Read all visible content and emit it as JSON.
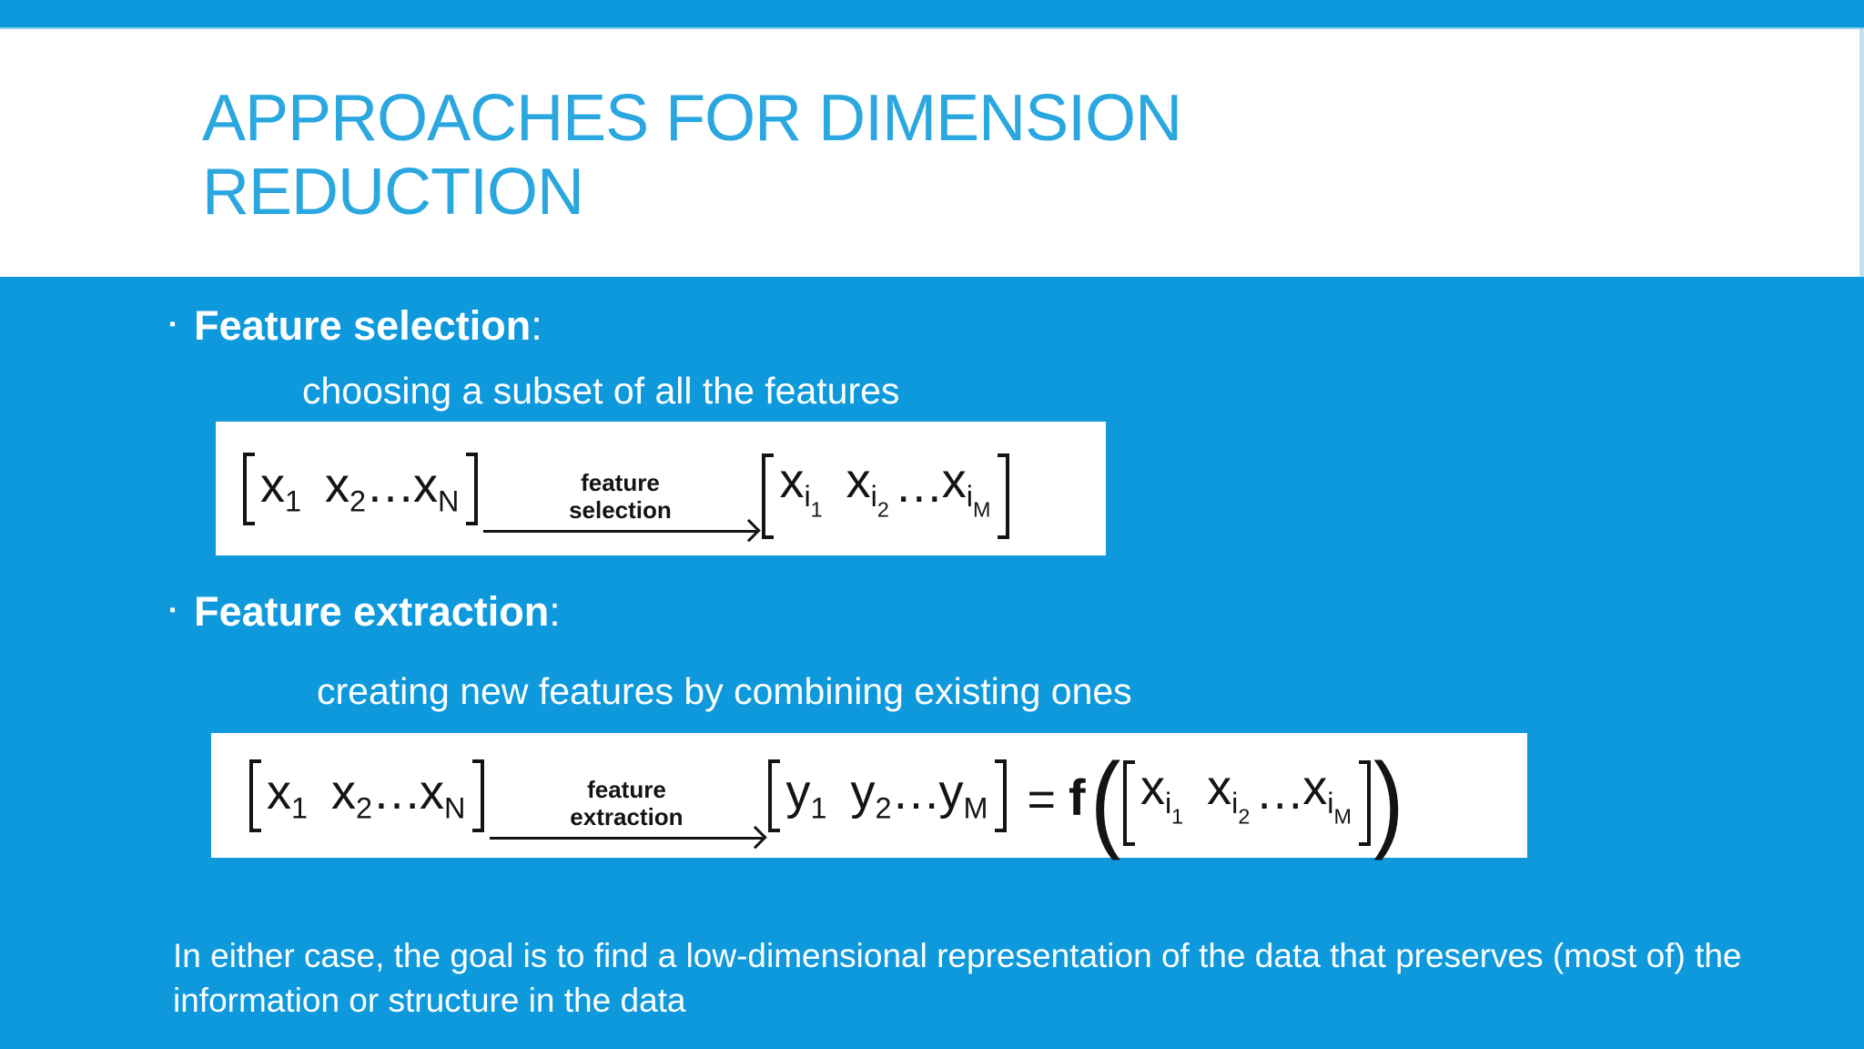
{
  "colors": {
    "background_blue": "#0D99DC",
    "title_blue": "#2BA7E0",
    "band_white": "#FFFFFF",
    "formula_ink": "#141414",
    "accent_line_light_blue": "#8ED2F1"
  },
  "header": {
    "title_line1": "APPROACHES FOR DIMENSION",
    "title_line2": "REDUCTION"
  },
  "bullets": [
    {
      "marker": "▪",
      "label": "Feature selection",
      "colon": ":",
      "description": "choosing a subset of all the features"
    },
    {
      "marker": "▪",
      "label": "Feature extraction",
      "colon": ":",
      "description": "creating new features by combining existing ones"
    }
  ],
  "formulas": {
    "selection": {
      "lhs": [
        {
          "base": "x",
          "sub": "1"
        },
        {
          "base": "x",
          "sub": "2"
        },
        {
          "base": "…"
        },
        {
          "base": "x",
          "sub": "N"
        }
      ],
      "arrow_label": [
        "feature",
        "selection"
      ],
      "rhs": [
        {
          "base": "x",
          "sub": "i",
          "subsub": "1"
        },
        {
          "base": "x",
          "sub": "i",
          "subsub": "2"
        },
        {
          "base": "…"
        },
        {
          "base": "x",
          "sub": "i",
          "subsub": "M"
        }
      ]
    },
    "extraction": {
      "lhs": [
        {
          "base": "x",
          "sub": "1"
        },
        {
          "base": "x",
          "sub": "2"
        },
        {
          "base": "…"
        },
        {
          "base": "x",
          "sub": "N"
        }
      ],
      "arrow_label": [
        "feature",
        "extraction"
      ],
      "mid": [
        {
          "base": "y",
          "sub": "1"
        },
        {
          "base": "y",
          "sub": "2"
        },
        {
          "base": "…"
        },
        {
          "base": "y",
          "sub": "M"
        }
      ],
      "equals": "=",
      "func": "f",
      "paren_open": "(",
      "paren_close": ")",
      "rhs": [
        {
          "base": "x",
          "sub": "i",
          "subsub": "1"
        },
        {
          "base": "x",
          "sub": "i",
          "subsub": "2"
        },
        {
          "base": "…"
        },
        {
          "base": "x",
          "sub": "i",
          "subsub": "M"
        }
      ]
    }
  },
  "footer": {
    "text": "In either case, the goal is to find a low-dimensional representation of the data that preserves (most of) the information or structure in the data"
  }
}
